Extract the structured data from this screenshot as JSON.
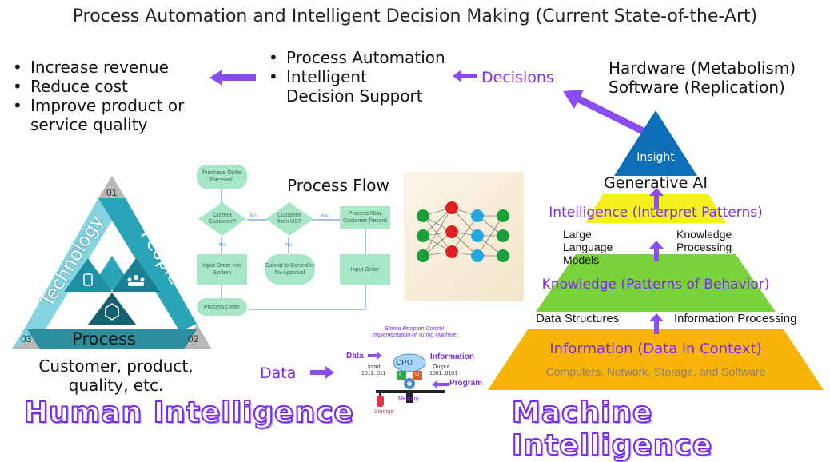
{
  "title": "Process Automation and Intelligent Decision Making (Current State-of-the-Art)",
  "outcomes": [
    "Increase revenue",
    "Reduce cost",
    "Improve product or service quality"
  ],
  "automation": [
    "Process Automation",
    "Intelligent Decision Support"
  ],
  "decisions_label": "Decisions",
  "hardware_label": "Hardware (Metabolism)",
  "software_label": "Software (Replication)",
  "triangle": {
    "technology": "Technology",
    "people": "People",
    "process": "Process",
    "n01": "01",
    "n02": "02",
    "n03": "03"
  },
  "customer_text": "Customer, product, quality, etc.",
  "human_intelligence": "Human Intelligence",
  "machine_intelligence": "Machine Intelligence",
  "flow": {
    "title": "Process Flow",
    "purchase": "Purchase Order Received",
    "current": "Current Customer?",
    "fromus": "Customer from US?",
    "newrec": "Process New Customer Record",
    "input_sys": "Input Order into System",
    "submit": "Submit to Controller for Approval",
    "input_order": "Input Order",
    "process_order": "Process Order",
    "no": "No",
    "yes": "Yes"
  },
  "turing": {
    "caption": "Stored Program Control Implementation of Turing Machine",
    "data_in": "Data",
    "information": "Information",
    "input": "Input",
    "input_bits": "1011..011",
    "output": "Output",
    "output_bits": "1001..0101",
    "cpu": "CPU",
    "program": "Program",
    "memory": "Memory",
    "storage": "Storage",
    "i": "I",
    "o": "O"
  },
  "data_label": "Data",
  "pyramid": {
    "insight": "Insight",
    "generative_ai": "Generative AI",
    "intelligence": "Intelligence (Interpret Patterns)",
    "llm": "Large Language Models",
    "knowledge_processing": "Knowledge Processing",
    "knowledge": "Knowledge (Patterns of Behavior)",
    "data_structures": "Data Structures",
    "information_processing": "Information Processing",
    "information": "Information (Data in Context)",
    "infra": "Computers, Network, Storage, and Software"
  },
  "colors": {
    "accent_purple": "#7a2bf0",
    "insight_blue": "#0e6fb8",
    "yellow": "#f4f11a",
    "green": "#7ad33a",
    "orange": "#f9b409",
    "teal_dark": "#1f6f7c",
    "teal_light": "#7fd2e0"
  }
}
